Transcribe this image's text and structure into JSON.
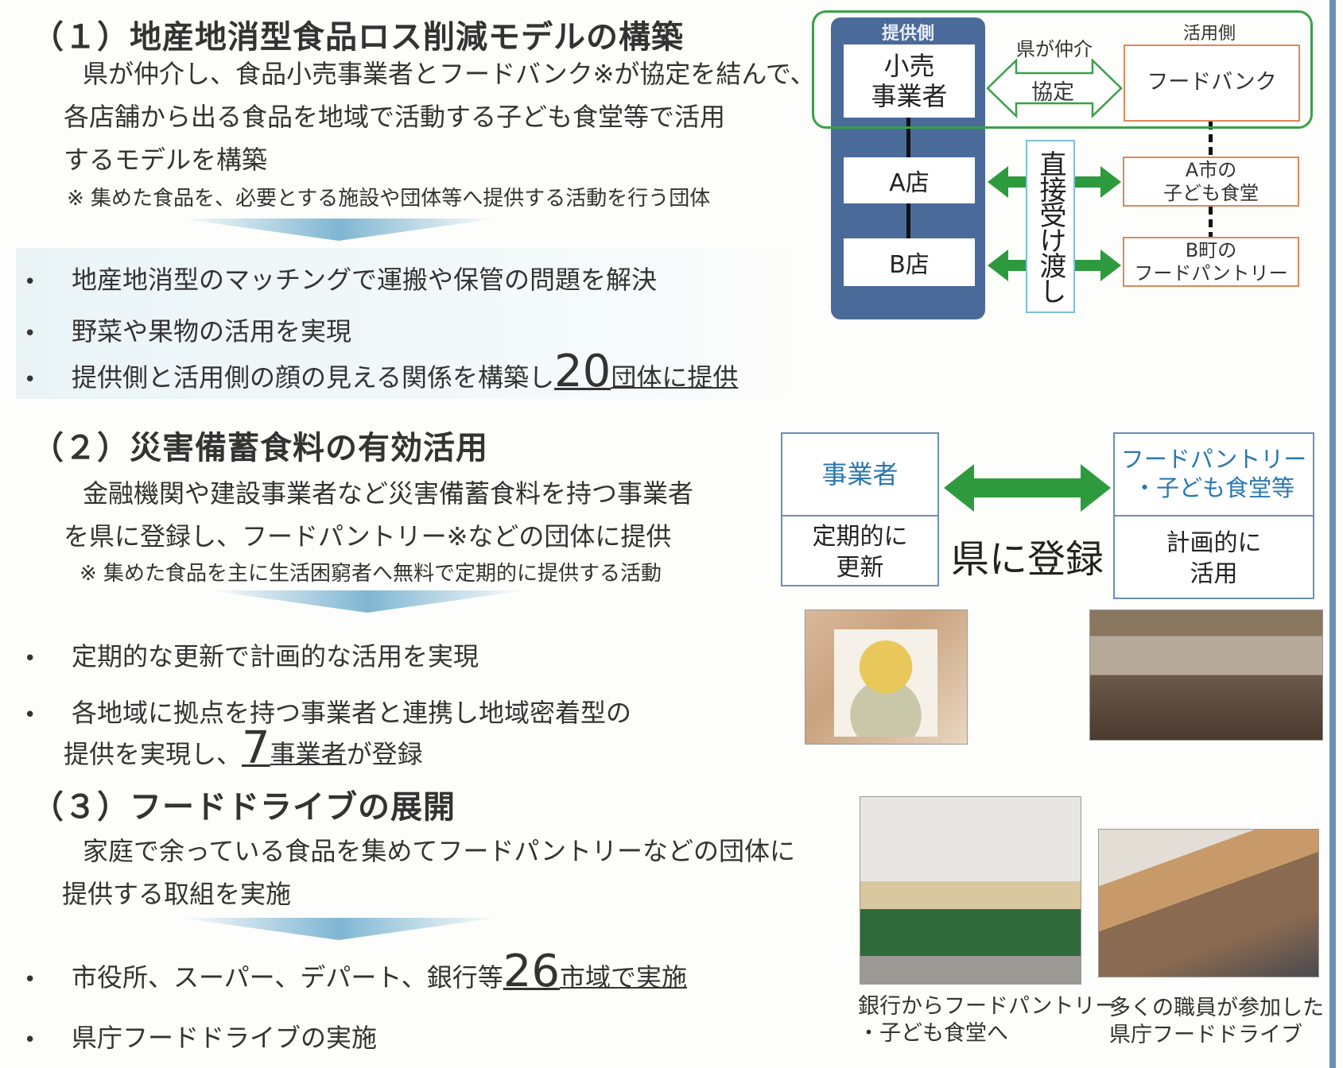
{
  "section1": {
    "heading": "（１）地産地消型食品ロス削減モデルの構築",
    "para": [
      "県が仲介し、食品小売事業者とフードバンク※が協定を結んで、",
      "各店舗から出る食品を地域で活動する子ども食堂等で活用",
      "するモデルを構築"
    ],
    "note": "※ 集めた食品を、必要とする施設や団体等へ提供する活動を行う団体",
    "bullets": [
      "地産地消型のマッチングで運搬や保管の問題を解決",
      "野菜や果物の活用を実現"
    ],
    "bullet3_pre": "提供側と活用側の顔の見える関係を構築し",
    "bullet3_num": "20",
    "bullet3_post": "団体に提供",
    "bullet_mark": "•"
  },
  "diagram1": {
    "provider_label": "提供側",
    "user_label": "活用側",
    "retailer": [
      "小売",
      "事業者"
    ],
    "mediator": "県が仲介",
    "agreement": "協定",
    "food_bank": "フードバンク",
    "store_a": "A店",
    "store_b": "B店",
    "direct": "直接受け渡し",
    "a_city": [
      "A市の",
      "子ども食堂"
    ],
    "b_town": [
      "B町の",
      "フードパントリー"
    ]
  },
  "section2": {
    "heading": "（２）災害備蓄食料の有効活用",
    "para": [
      "金融機関や建設事業者など災害備蓄食料を持つ事業者",
      "を県に登録し、フードパントリー※などの団体に提供"
    ],
    "note": "※ 集めた食品を主に生活困窮者へ無料で定期的に提供する活動",
    "bullets": [
      "定期的な更新で計画的な活用を実現",
      "各地域に拠点を持つ事業者と連携し地域密着型の"
    ],
    "bullet3_pre": "提供を実現し、",
    "bullet3_num": "7",
    "bullet3_mid": "事業者",
    "bullet3_post": "が登録"
  },
  "diagram2": {
    "business": "事業者",
    "business_sub": [
      "定期的に",
      "更新"
    ],
    "register": "県に登録",
    "pantry": [
      "フードパントリー",
      "・子ども食堂等"
    ],
    "pantry_sub": [
      "計画的に",
      "活用"
    ]
  },
  "section3": {
    "heading": "（３）フードドライブの展開",
    "para": [
      "家庭で余っている食品を集めてフードパントリーなどの団体に",
      "提供する取組を実施"
    ],
    "bullet1_pre": "市役所、スーパー、デパート、銀行等",
    "bullet1_num": "26",
    "bullet1_post": "市域で実施",
    "bullet2": "県庁フードドライブの実施"
  },
  "captions": {
    "left": [
      "銀行からフードパントリー",
      "・子ども食堂へ"
    ],
    "right": [
      "多くの職員が参加した",
      "県庁フードドライブ"
    ]
  },
  "colors": {
    "green": "#2e9a3e",
    "navy": "#4a6a9a",
    "orange": "#e0875a",
    "blue_text": "#2a78b0"
  }
}
